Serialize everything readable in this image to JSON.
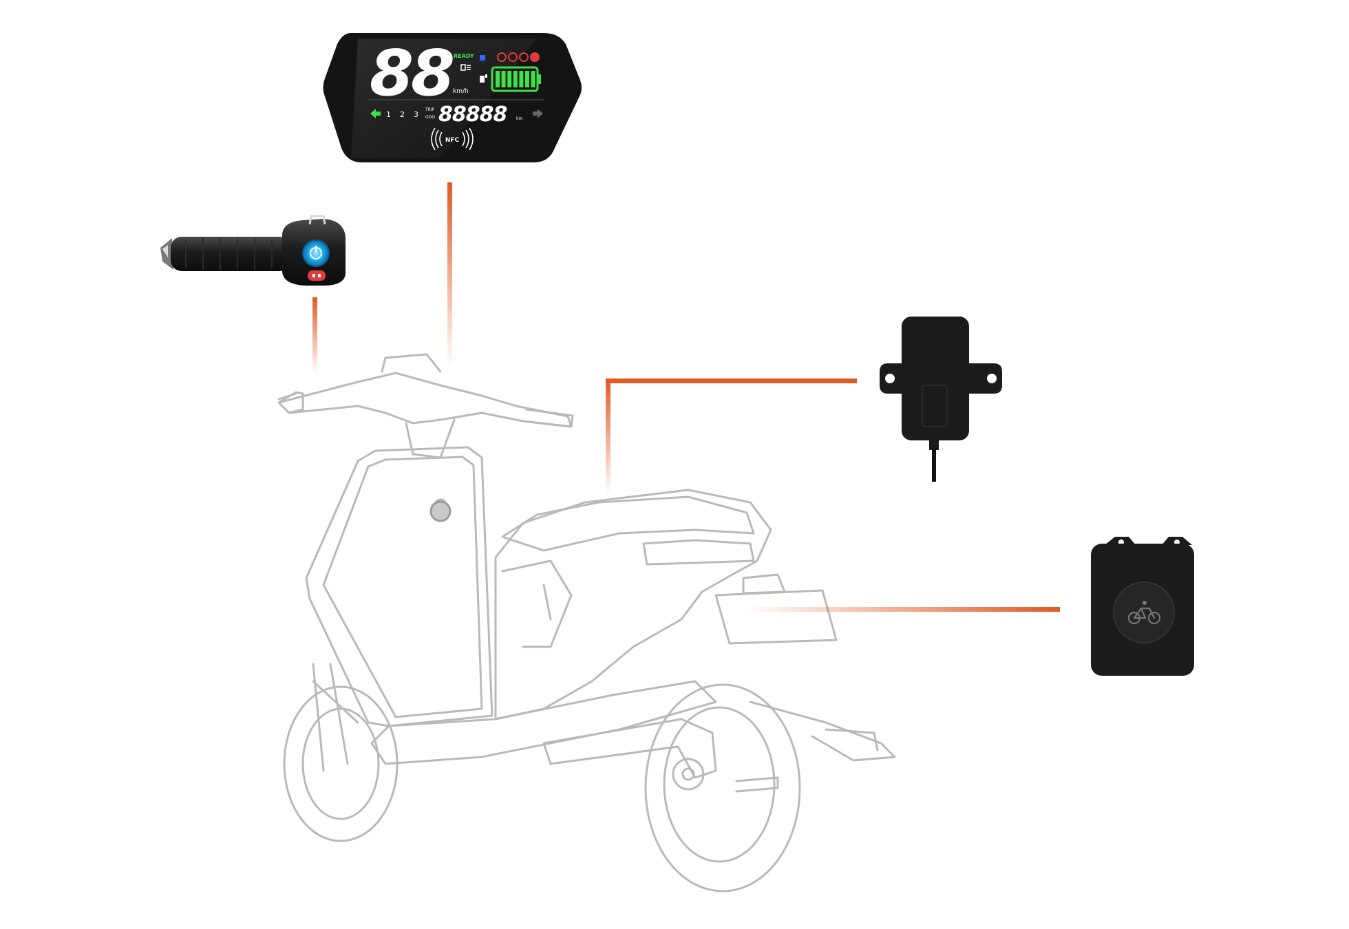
{
  "colors": {
    "connector": "#e05a24",
    "scooter_outline": "#b9b9b9",
    "device_dark": "#1b1b1b",
    "lcd_green": "#3fe048",
    "lcd_red": "#e23b3b",
    "lcd_blue": "#2e6bff",
    "grip_blue": "#1aa7e6",
    "white": "#ffffff"
  },
  "display": {
    "speed": "88",
    "speed_unit": "km/h",
    "ready": "READY",
    "gears": [
      "1",
      "2",
      "3"
    ],
    "trip_label": "TRIP",
    "odo_label": "ODO",
    "odometer": "88888",
    "odo_unit": "km",
    "nfc": "NFC",
    "battery_level": 1.0
  },
  "icons": {
    "display": "nfc-icon",
    "grip": "power-icon",
    "tracker": "mount-ear-icon",
    "sensor": "bike-icon",
    "left_turn": "arrow-left-icon",
    "right_turn": "arrow-right-icon"
  }
}
